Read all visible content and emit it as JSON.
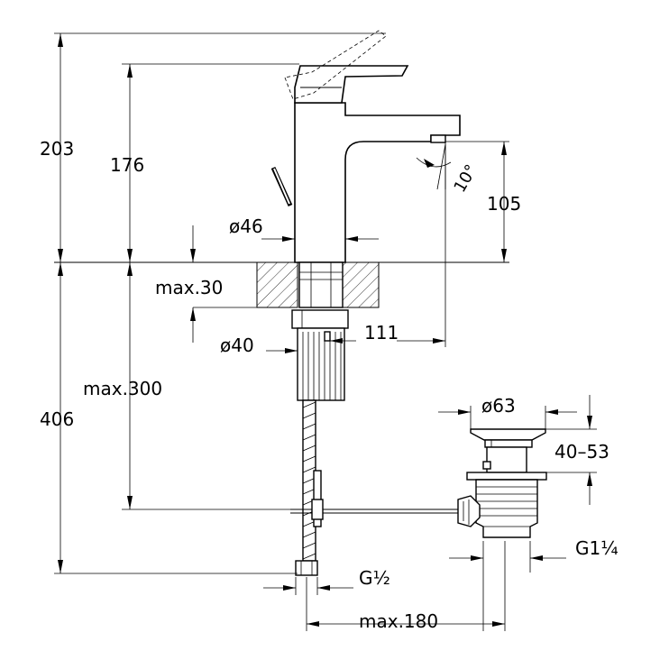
{
  "dimensions": {
    "total_height": "203",
    "spout_height": "176",
    "outlet_height": "105",
    "swivel_angle": "10°",
    "body_diameter": "ø46",
    "deck_thickness": "max.30",
    "shank_diameter": "ø40",
    "projection": "111",
    "hose_length": "max.300",
    "below_deck": "406",
    "waste_diameter": "ø63",
    "basin_range": "40–53",
    "waste_thread": "G1¼",
    "hose_thread": "G½",
    "rod_length": "max.180"
  }
}
